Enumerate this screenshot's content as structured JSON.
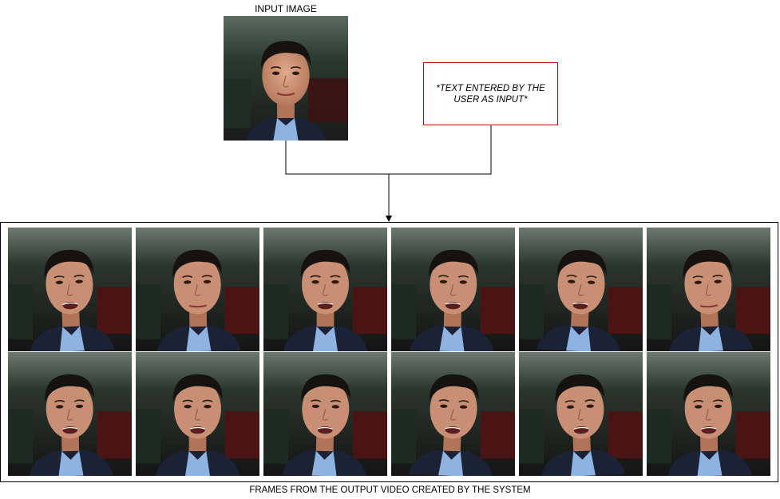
{
  "input_image": {
    "label": "INPUT IMAGE"
  },
  "text_input": {
    "text": "*TEXT ENTERED BY THE USER AS INPUT*",
    "border_color": "#cc0000"
  },
  "output": {
    "caption": "FRAMES FROM THE OUTPUT VIDEO CREATED BY THE SYSTEM",
    "frames": [
      {
        "row": 1,
        "col": 1,
        "mouth": "open"
      },
      {
        "row": 1,
        "col": 2,
        "mouth": "closed"
      },
      {
        "row": 1,
        "col": 3,
        "mouth": "open"
      },
      {
        "row": 1,
        "col": 4,
        "mouth": "open"
      },
      {
        "row": 1,
        "col": 5,
        "mouth": "open"
      },
      {
        "row": 1,
        "col": 6,
        "mouth": "closed"
      },
      {
        "row": 2,
        "col": 1,
        "mouth": "open"
      },
      {
        "row": 2,
        "col": 2,
        "mouth": "open"
      },
      {
        "row": 2,
        "col": 3,
        "mouth": "open"
      },
      {
        "row": 2,
        "col": 4,
        "mouth": "open"
      },
      {
        "row": 2,
        "col": 5,
        "mouth": "open"
      },
      {
        "row": 2,
        "col": 6,
        "mouth": "open"
      }
    ]
  },
  "colors": {
    "arrow": "#000000",
    "suit": "#1c2236",
    "shirt": "#8fb3e0",
    "skin": "#c98f74",
    "hair": "#151210",
    "background_dark": "#1d2a22",
    "background_red": "#4a1414"
  }
}
